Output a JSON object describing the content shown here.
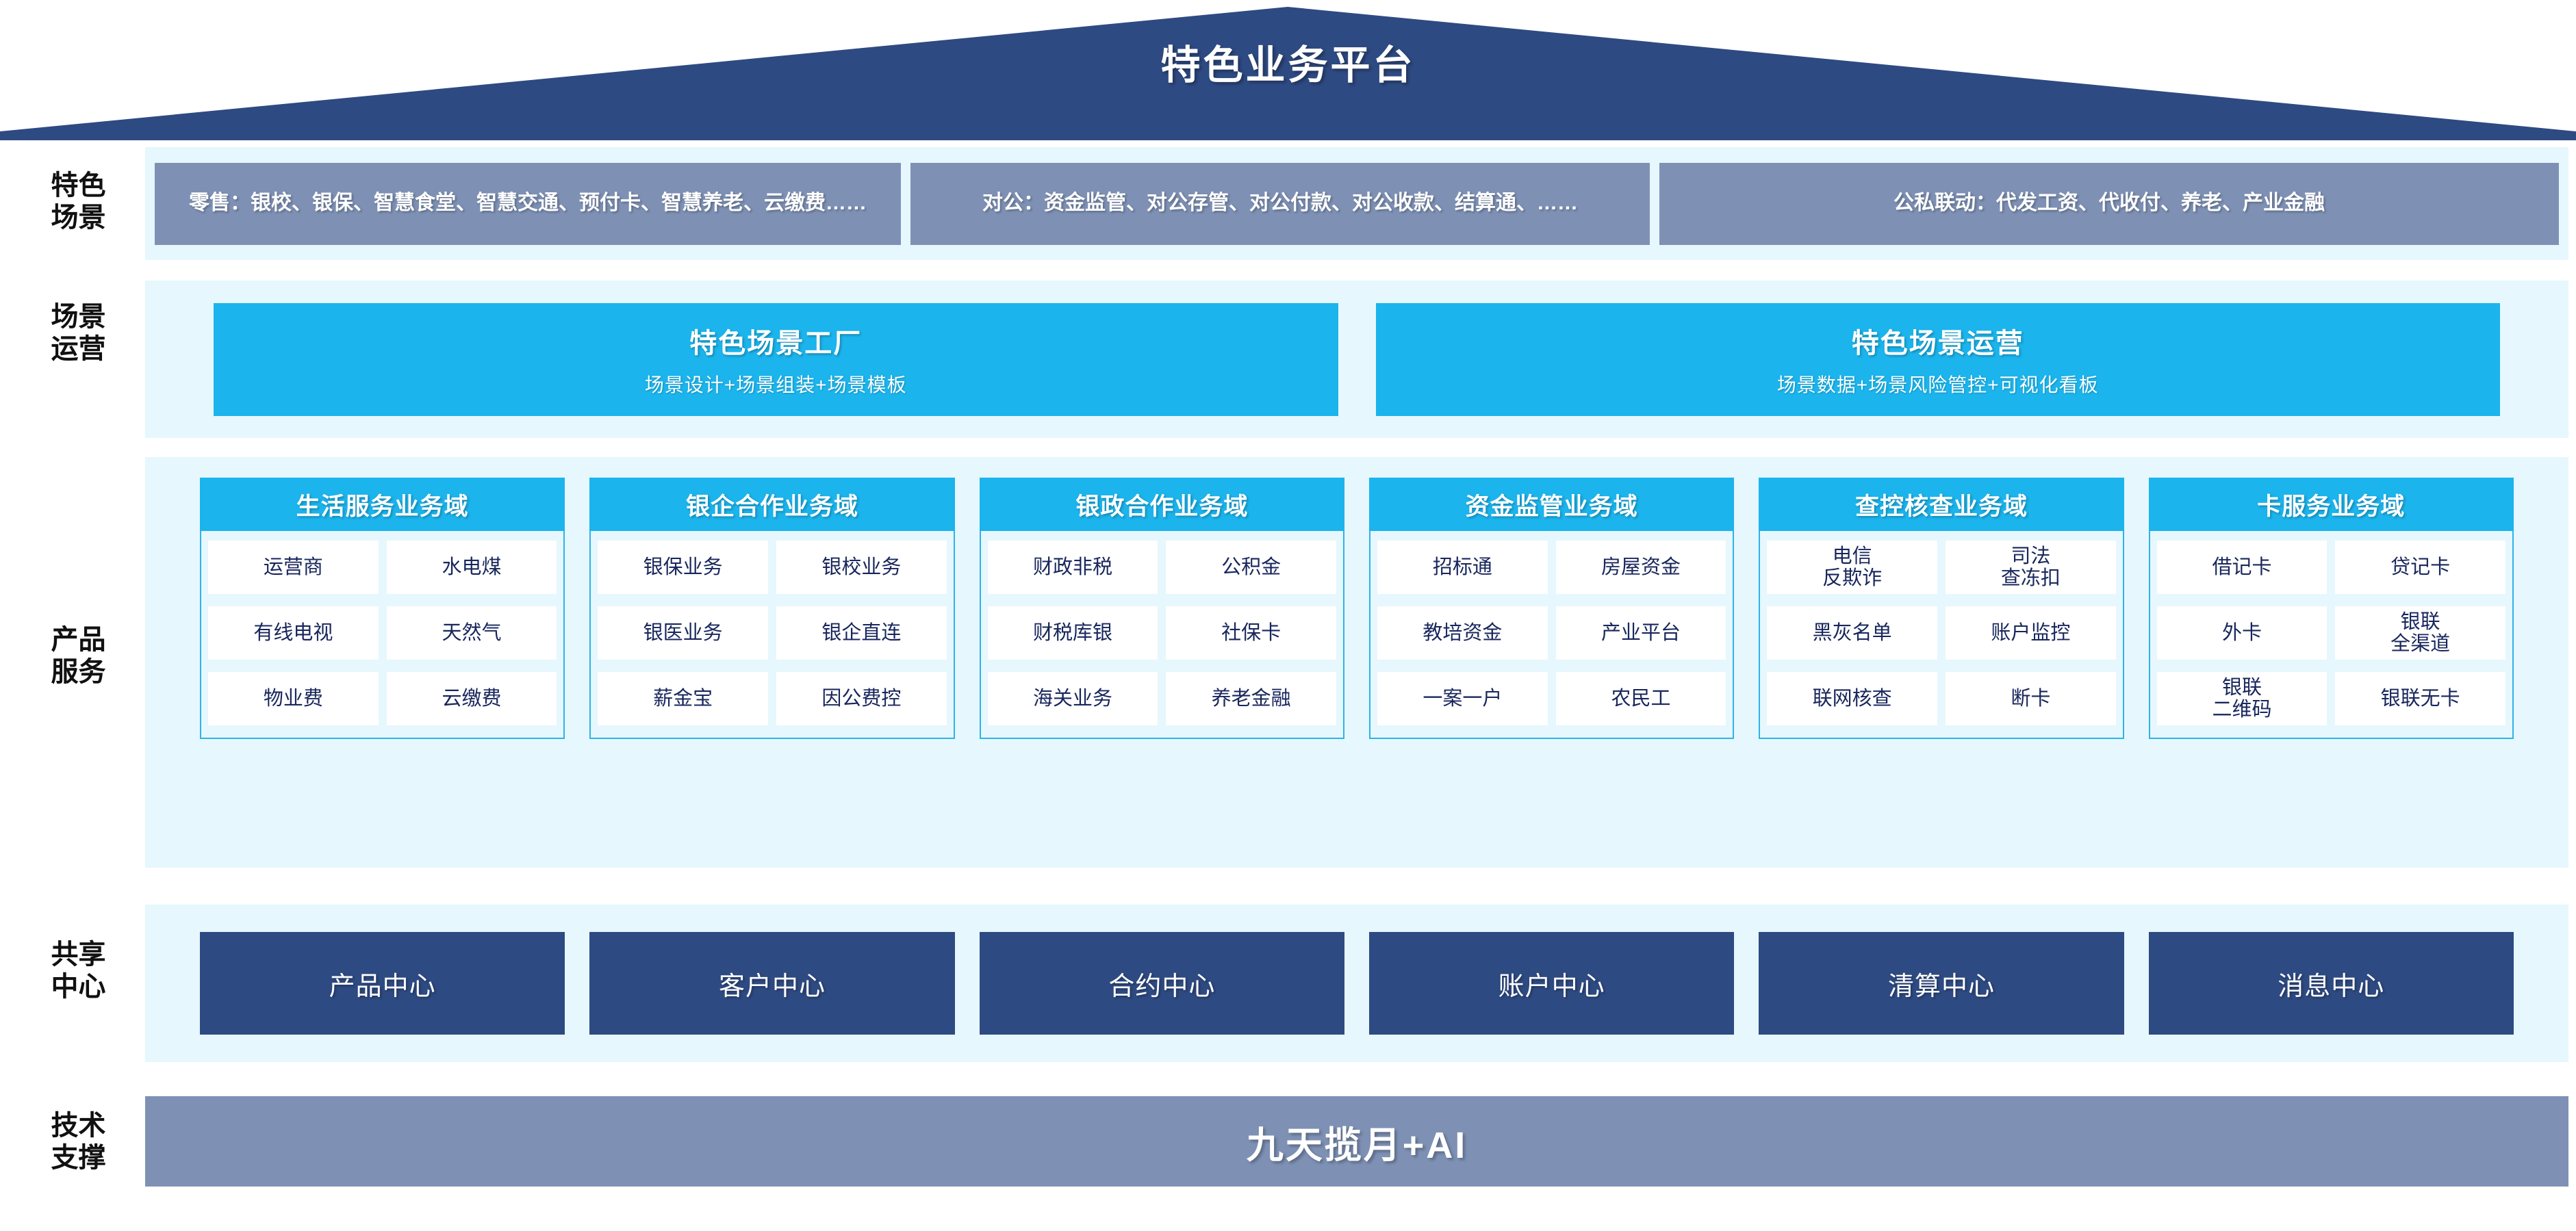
{
  "header": {
    "title": "特色业务平台",
    "roof_color": "#2e4a82"
  },
  "rows": {
    "scene_label": "特色\n场景",
    "operation_label": "场景\n运营",
    "product_label": "产品\n服务",
    "shared_label": "共享\n中心",
    "tech_label": "技术\n支撑"
  },
  "scenes": {
    "cards": [
      "零售：银校、银保、智慧食堂、智慧交通、预付卡、智慧养老、云缴费……",
      "对公：资金监管、对公存管、对公付款、对公收款、结算通、……",
      "公私联动：代发工资、代收付、养老、产业金融"
    ],
    "card_color": "#7e91b5"
  },
  "operation": {
    "cards": [
      {
        "title": "特色场景工厂",
        "subtitle": "场景设计+场景组装+场景模板"
      },
      {
        "title": "特色场景运营",
        "subtitle": "场景数据+场景风险管控+可视化看板"
      }
    ],
    "card_color": "#1bb4ec"
  },
  "product": {
    "accent_color": "#1bb4ec",
    "domains": [
      {
        "title": "生活服务业务域",
        "rows": [
          [
            "运营商",
            "水电煤"
          ],
          [
            "有线电视",
            "天然气"
          ],
          [
            "物业费",
            "云缴费"
          ]
        ]
      },
      {
        "title": "银企合作业务域",
        "rows": [
          [
            "银保业务",
            "银校业务"
          ],
          [
            "银医业务",
            "银企直连"
          ],
          [
            "薪金宝",
            "因公费控"
          ]
        ]
      },
      {
        "title": "银政合作业务域",
        "rows": [
          [
            "财政非税",
            "公积金"
          ],
          [
            "财税库银",
            "社保卡"
          ],
          [
            "海关业务",
            "养老金融"
          ]
        ]
      },
      {
        "title": "资金监管业务域",
        "rows": [
          [
            "招标通",
            "房屋资金"
          ],
          [
            "教培资金",
            "产业平台"
          ],
          [
            "一案一户",
            "农民工"
          ]
        ]
      },
      {
        "title": "查控核查业务域",
        "rows": [
          [
            "电信\n反欺诈",
            "司法\n查冻扣"
          ],
          [
            "黑灰名单",
            "账户监控"
          ],
          [
            "联网核查",
            "断卡"
          ]
        ]
      },
      {
        "title": "卡服务业务域",
        "rows": [
          [
            "借记卡",
            "贷记卡"
          ],
          [
            "外卡",
            "银联\n全渠道"
          ],
          [
            "银联\n二维码",
            "银联无卡"
          ]
        ]
      }
    ]
  },
  "shared": {
    "cards": [
      "产品中心",
      "客户中心",
      "合约中心",
      "账户中心",
      "清算中心",
      "消息中心"
    ],
    "card_color": "#2e4a82"
  },
  "tech": {
    "title": "九天揽月+AI",
    "bar_color": "#7e91b5"
  }
}
